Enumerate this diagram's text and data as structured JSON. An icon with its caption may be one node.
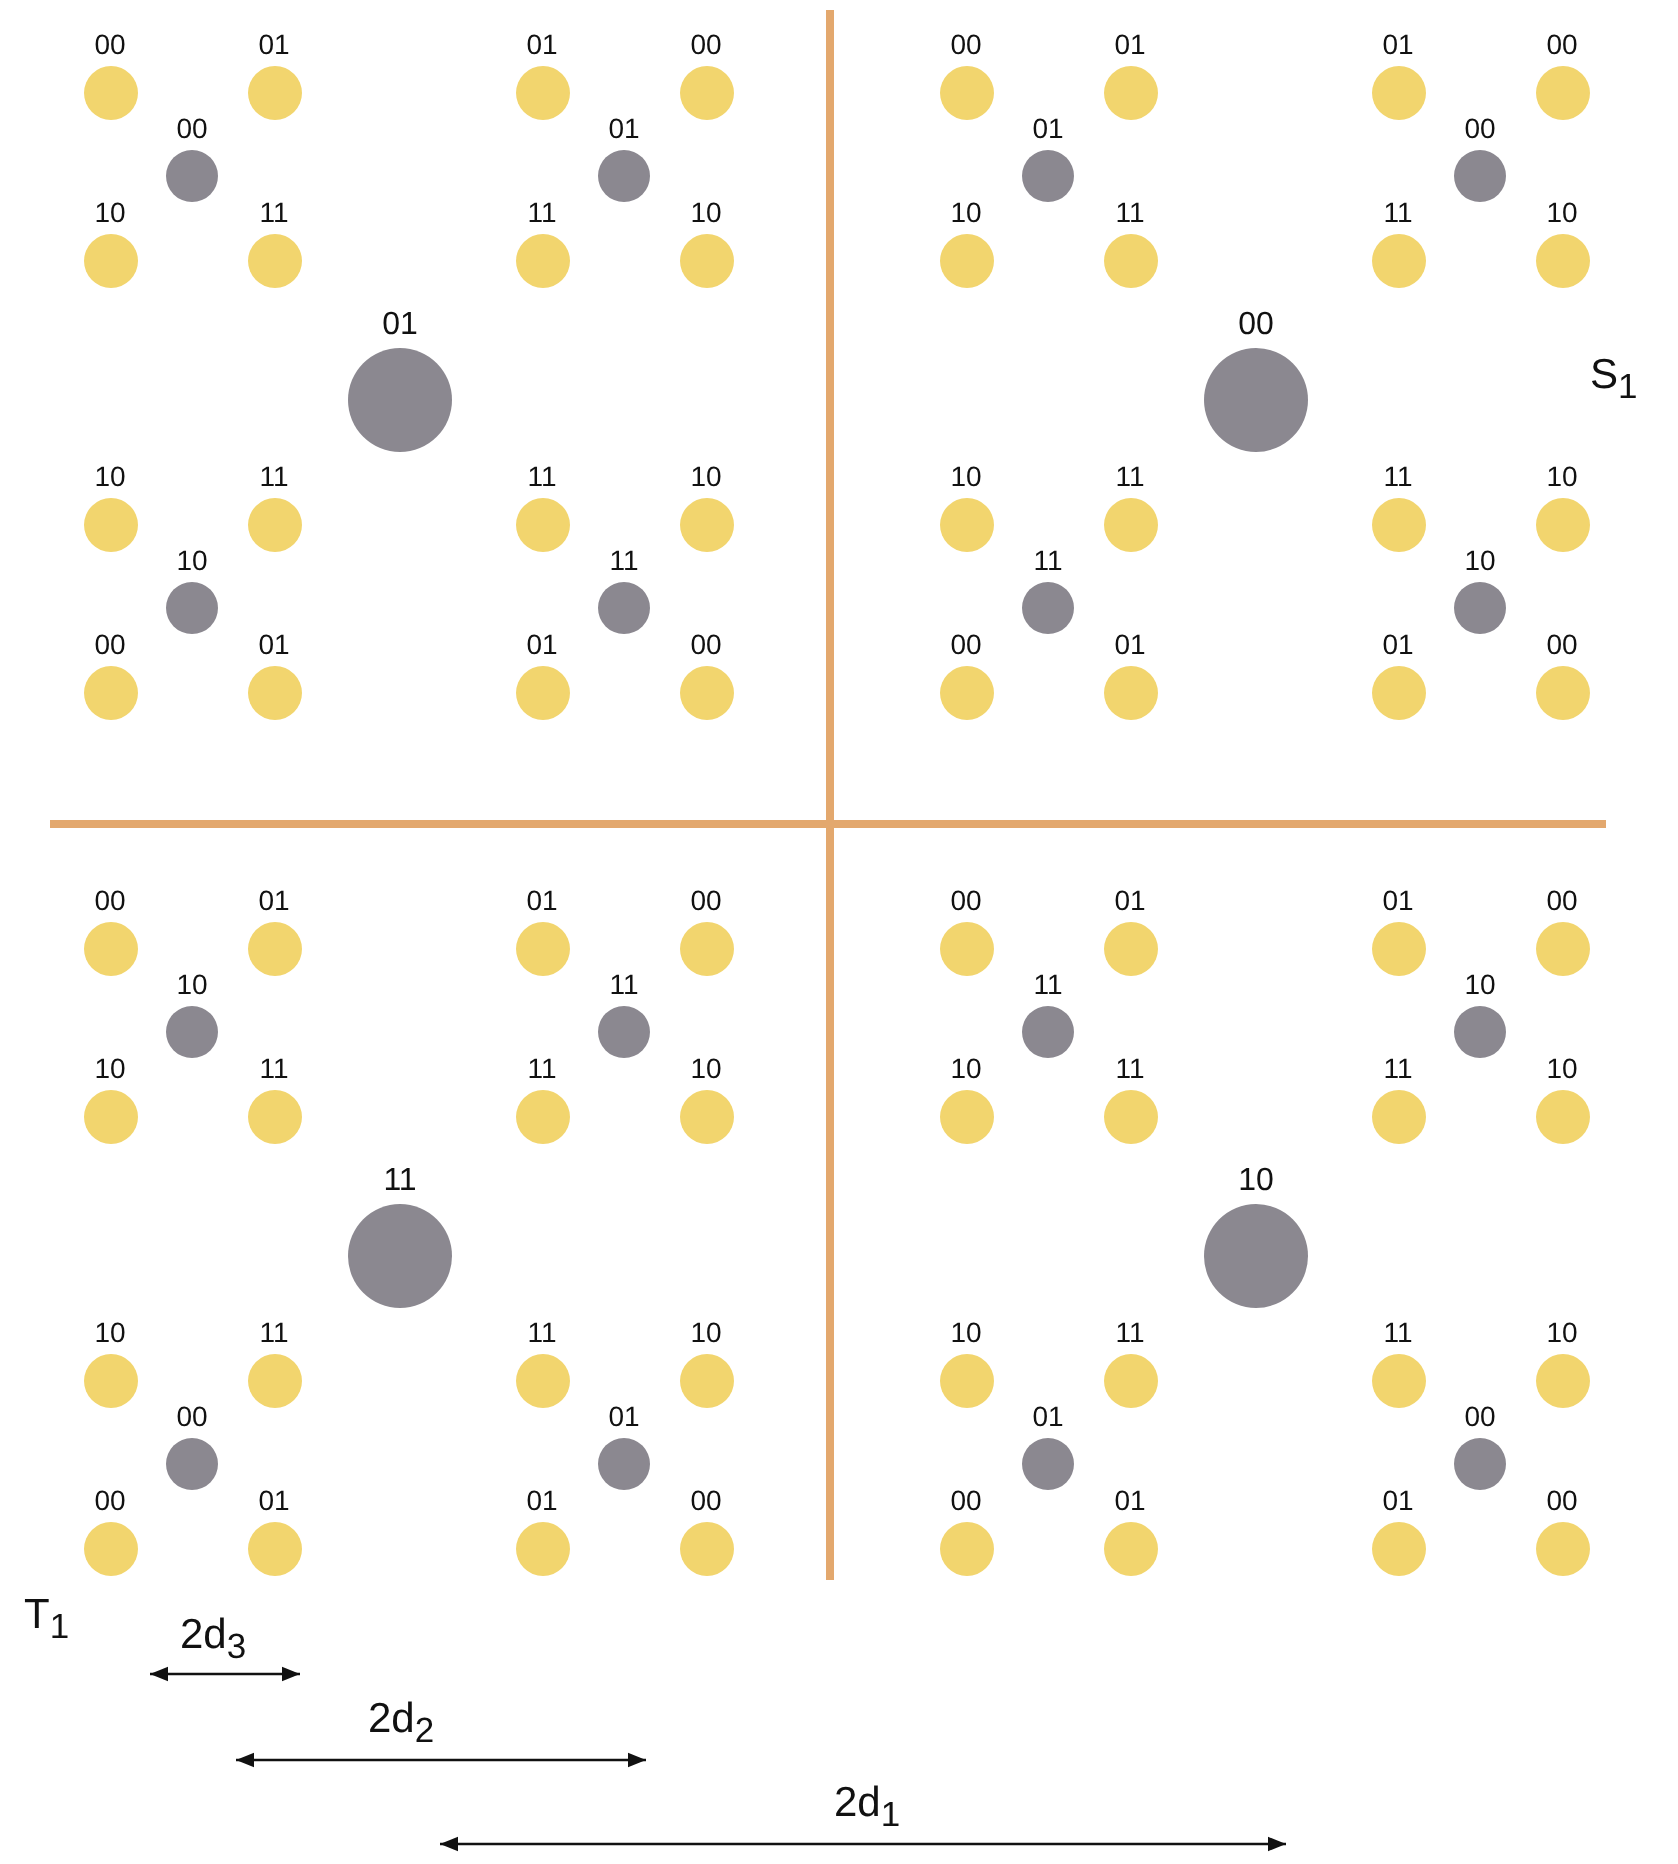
{
  "diagram": {
    "nodes": [
      {
        "text": [
          "01"
        ]
      },
      {
        "text": [
          "00"
        ]
      },
      {
        "text": [
          "00"
        ]
      },
      {
        "text": [
          "01"
        ]
      },
      {
        "text": [
          "10"
        ]
      },
      {
        "text": [
          "11"
        ]
      },
      {
        "text": [
          "01"
        ]
      },
      {
        "text": [
          "01"
        ]
      },
      {
        "text": [
          "00"
        ]
      },
      {
        "text": [
          "11"
        ]
      },
      {
        "text": [
          "10"
        ]
      },
      {
        "text": [
          "10"
        ]
      },
      {
        "text": [
          "10"
        ]
      },
      {
        "text": [
          "11"
        ]
      },
      {
        "text": [
          "00"
        ]
      },
      {
        "text": [
          "01"
        ]
      },
      {
        "text": [
          "11"
        ]
      },
      {
        "text": [
          "11"
        ]
      },
      {
        "text": [
          "10"
        ]
      },
      {
        "text": [
          "01"
        ]
      },
      {
        "text": [
          "00"
        ]
      },
      {
        "text": [
          "00"
        ]
      },
      {
        "text": [
          "01"
        ]
      },
      {
        "text": [
          "00"
        ]
      },
      {
        "text": [
          "01"
        ]
      },
      {
        "text": [
          "10"
        ]
      },
      {
        "text": [
          "11"
        ]
      },
      {
        "text": [
          "00"
        ]
      },
      {
        "text": [
          "01"
        ]
      },
      {
        "text": [
          "00"
        ]
      },
      {
        "text": [
          "11"
        ]
      },
      {
        "text": [
          "10"
        ]
      },
      {
        "text": [
          "11"
        ]
      },
      {
        "text": [
          "10"
        ]
      },
      {
        "text": [
          "11"
        ]
      },
      {
        "text": [
          "00"
        ]
      },
      {
        "text": [
          "01"
        ]
      },
      {
        "text": [
          "10"
        ]
      },
      {
        "text": [
          "11"
        ]
      },
      {
        "text": [
          "10"
        ]
      },
      {
        "text": [
          "01"
        ]
      },
      {
        "text": [
          "00"
        ]
      },
      {
        "text": [
          "11"
        ]
      },
      {
        "text": [
          "10"
        ]
      },
      {
        "text": [
          "00"
        ]
      },
      {
        "text": [
          "01"
        ]
      },
      {
        "text": [
          "10"
        ]
      },
      {
        "text": [
          "11"
        ]
      },
      {
        "text": [
          "11"
        ]
      },
      {
        "text": [
          "01"
        ]
      },
      {
        "text": [
          "00"
        ]
      },
      {
        "text": [
          "11"
        ]
      },
      {
        "text": [
          "10"
        ]
      },
      {
        "text": [
          "00"
        ]
      },
      {
        "text": [
          "10"
        ]
      },
      {
        "text": [
          "11"
        ]
      },
      {
        "text": [
          "00"
        ]
      },
      {
        "text": [
          "01"
        ]
      },
      {
        "text": [
          "01"
        ]
      },
      {
        "text": [
          "11"
        ]
      },
      {
        "text": [
          "10"
        ]
      },
      {
        "text": [
          "01"
        ]
      },
      {
        "text": [
          "00"
        ]
      },
      {
        "text": [
          "10"
        ]
      },
      {
        "text": [
          "11"
        ]
      },
      {
        "text": [
          "00"
        ]
      },
      {
        "text": [
          "01"
        ]
      },
      {
        "text": [
          "10"
        ]
      },
      {
        "text": [
          "11"
        ]
      },
      {
        "text": [
          "10"
        ]
      },
      {
        "text": [
          "01"
        ]
      },
      {
        "text": [
          "00"
        ]
      },
      {
        "text": [
          "11"
        ]
      },
      {
        "text": [
          "10"
        ]
      },
      {
        "text": [
          "01"
        ]
      },
      {
        "text": [
          "10"
        ]
      },
      {
        "text": [
          "11"
        ]
      },
      {
        "text": [
          "00"
        ]
      },
      {
        "text": [
          "01"
        ]
      },
      {
        "text": [
          "00"
        ]
      },
      {
        "text": [
          "11"
        ]
      },
      {
        "text": [
          "10"
        ]
      },
      {
        "text": [
          "01"
        ]
      },
      {
        "text": [
          "00"
        ]
      }
    ],
    "labels": [
      "S$_{1}$",
      "T$_{1}$",
      "2d$_{3}$",
      "2d$_{2}$",
      "2d$_{1}$"
    ]
  }
}
